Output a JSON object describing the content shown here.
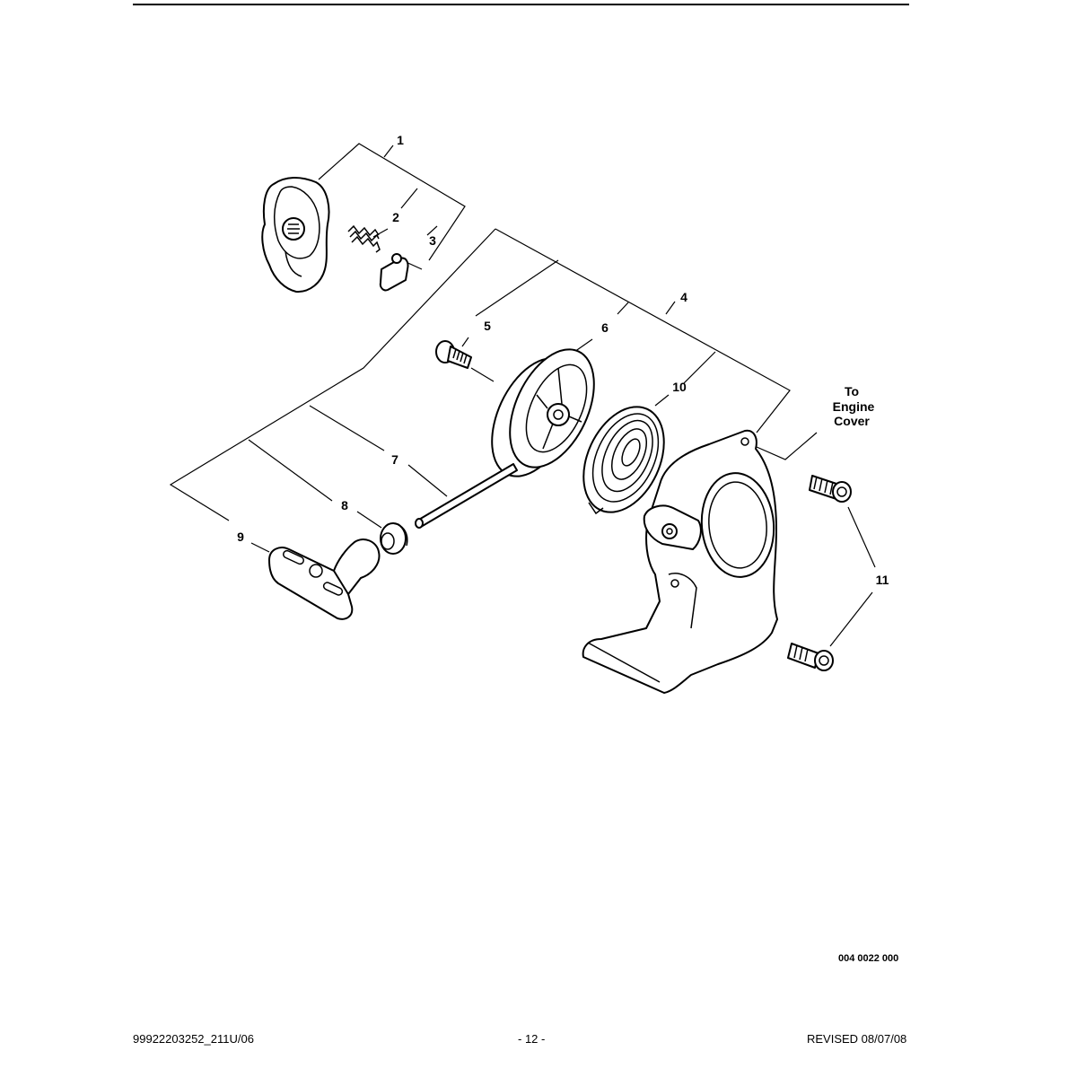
{
  "diagram": {
    "callouts": [
      {
        "id": "1",
        "label": "1"
      },
      {
        "id": "2",
        "label": "2"
      },
      {
        "id": "3",
        "label": "3"
      },
      {
        "id": "4",
        "label": "4"
      },
      {
        "id": "5",
        "label": "5"
      },
      {
        "id": "6",
        "label": "6"
      },
      {
        "id": "7",
        "label": "7"
      },
      {
        "id": "8",
        "label": "8"
      },
      {
        "id": "9",
        "label": "9"
      },
      {
        "id": "10",
        "label": "10"
      },
      {
        "id": "11",
        "label": "11"
      }
    ],
    "note_lines": [
      "To",
      "Engine",
      "Cover"
    ]
  },
  "figure_id": "004 0022 000",
  "footer": {
    "left": "99922203252_211U/06",
    "center": "- 12 -",
    "right": "REVISED 08/07/08"
  }
}
